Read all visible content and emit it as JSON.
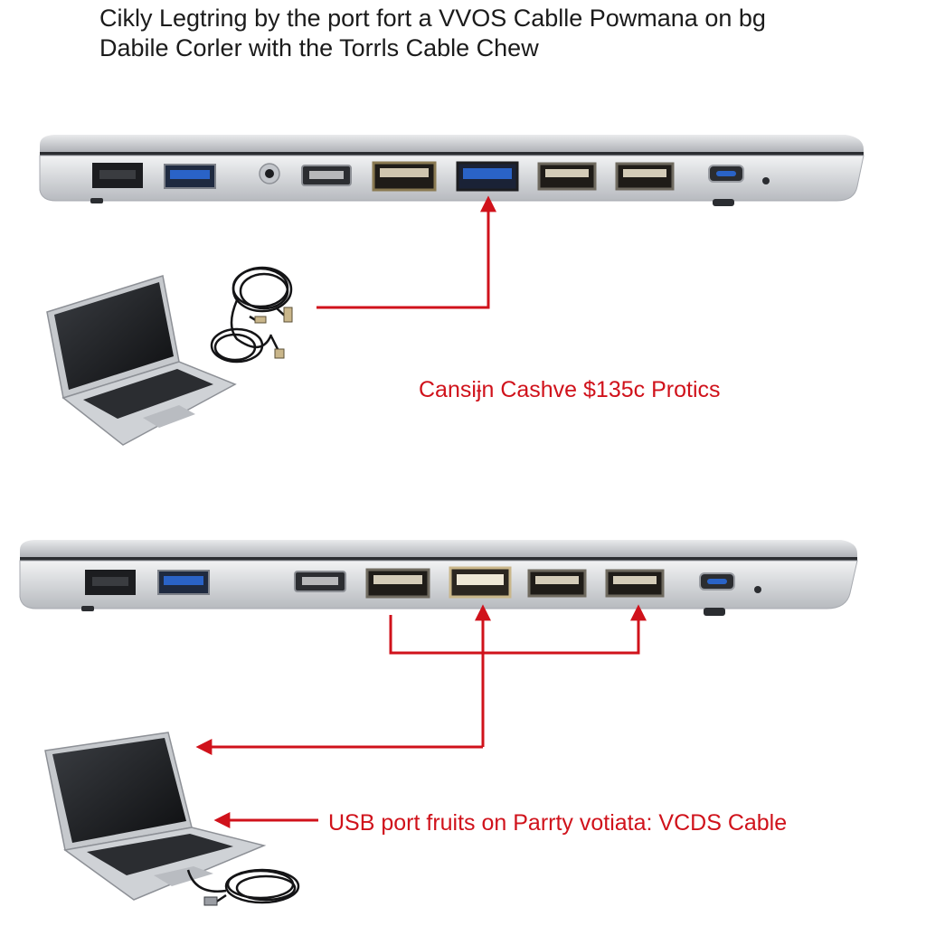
{
  "title": {
    "line1": "Cikly Legtring by the port fort a VVOS Cablle Powmana on bg",
    "line2": "Dabile Corler with the Torrls Cable Chew"
  },
  "annotations": {
    "top_label": "Cansiɉn Cashve $135c Protics",
    "bottom_label": "USB port fruits on Parrty votiata: VCDS Cable"
  },
  "colors": {
    "arrow": "#d0121b",
    "chassis": "#c9ccd0",
    "port_usb3": "#2a63c7",
    "text": "#1b1b1b"
  },
  "panels": [
    {
      "name": "top-port-strip",
      "ports": [
        "ethernet-port",
        "usb3-port",
        "audio-jack",
        "hdmi-port",
        "usb-port",
        "usb3-port-highlighted",
        "usb-port",
        "usb-port",
        "usb-c-port",
        "status-led"
      ]
    },
    {
      "name": "bottom-port-strip",
      "ports": [
        "ethernet-port",
        "usb3-port",
        "hdmi-port",
        "usb-port",
        "usb-port-highlighted",
        "usb-port",
        "usb-port",
        "usb-c-port",
        "status-led"
      ]
    }
  ]
}
